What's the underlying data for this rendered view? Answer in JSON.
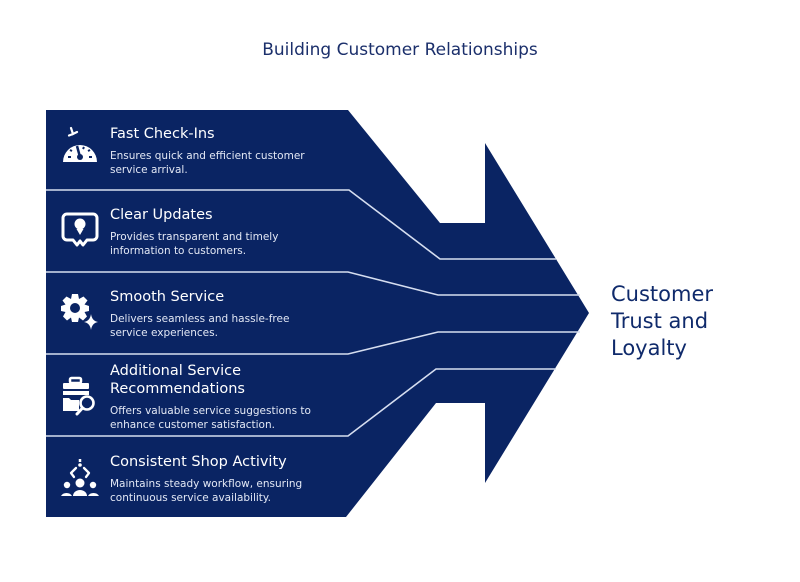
{
  "title": "Building Customer Relationships",
  "colors": {
    "primary": "#0a2463",
    "separator": "#d6def0",
    "title_text": "#1b2f6b",
    "white": "#ffffff"
  },
  "items": [
    {
      "heading": "Fast Check-Ins",
      "description": "Ensures quick and efficient customer service arrival.",
      "desc_lines": [
        "Ensures quick and efficient customer",
        "service arrival."
      ],
      "icon": "speedometer-icon"
    },
    {
      "heading": "Clear Updates",
      "description": "Provides transparent and timely information to customers.",
      "desc_lines": [
        "Provides transparent and timely",
        "information to customers."
      ],
      "icon": "chat-bulb-icon"
    },
    {
      "heading": "Smooth Service",
      "description": "Delivers seamless and hassle-free service experiences.",
      "desc_lines": [
        "Delivers seamless and hassle-free",
        "service experiences."
      ],
      "icon": "gear-sparkle-icon"
    },
    {
      "heading": "Additional Service Recommendations",
      "heading_lines": [
        "Additional Service",
        "Recommendations"
      ],
      "description": "Offers valuable service suggestions to enhance customer satisfaction.",
      "desc_lines": [
        "Offers valuable service suggestions to",
        "enhance customer satisfaction."
      ],
      "icon": "toolbox-search-icon"
    },
    {
      "heading": "Consistent Shop Activity",
      "description": "Maintains steady workflow, ensuring continuous service availability.",
      "desc_lines": [
        "Maintains steady workflow, ensuring",
        "continuous service availability."
      ],
      "icon": "team-network-icon"
    }
  ],
  "outcome": {
    "lines": [
      "Customer",
      "Trust and",
      "Loyalty"
    ]
  }
}
